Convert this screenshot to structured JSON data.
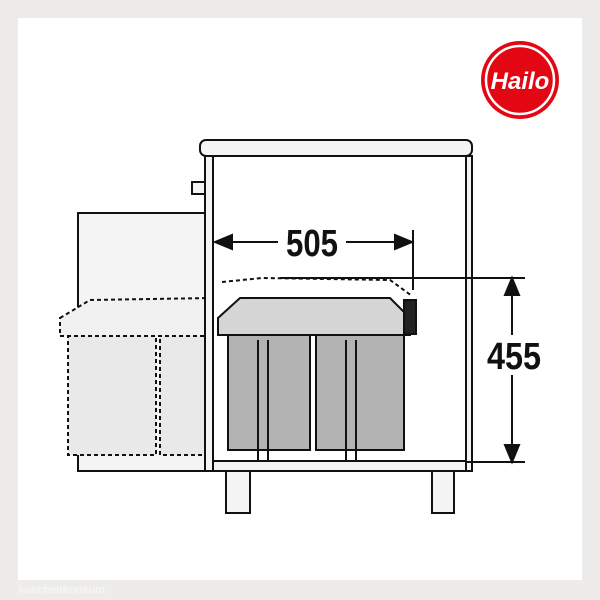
{
  "logo": {
    "text": "Hailo",
    "color": "#e30613"
  },
  "dimensions": {
    "width_label": "505",
    "height_label": "455"
  },
  "watermark": "kuechenkonsum",
  "colors": {
    "bin": "#b3b3b3",
    "lid": "#d6d6d6",
    "outline": "#111111"
  }
}
